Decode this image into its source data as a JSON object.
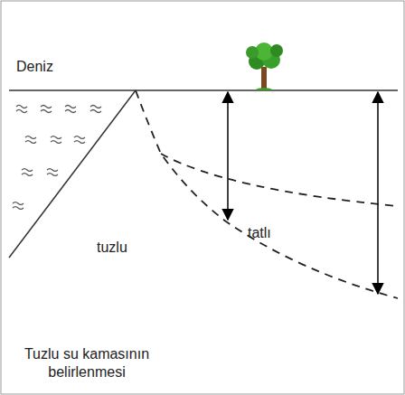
{
  "diagram": {
    "labels": [
      "Deniz",
      "tuzlu",
      "tatlı",
      "Tuzlu su kamasının belirlenmesi"
    ]
  }
}
